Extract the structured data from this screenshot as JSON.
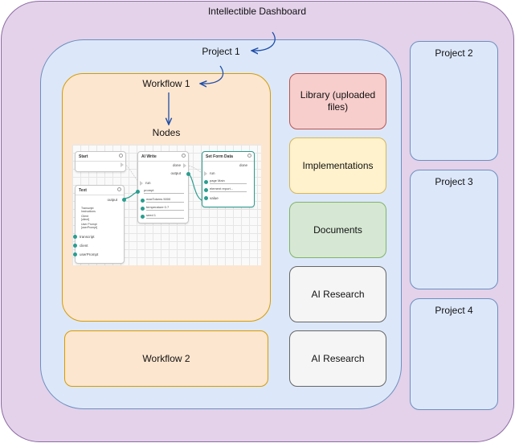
{
  "dashboard": {
    "title": "Intellectible Dashboard"
  },
  "project1": {
    "title": "Project 1",
    "workflow1": {
      "title": "Workflow 1",
      "nodes_label": "Nodes"
    },
    "workflow2": {
      "title": "Workflow 2"
    }
  },
  "resources": {
    "library": "Library (uploaded files)",
    "implementations": "Implementations",
    "documents": "Documents",
    "ai_research_1": "AI Research",
    "ai_research_2": "AI Research"
  },
  "projects": {
    "p2": "Project 2",
    "p3": "Project 3",
    "p4": "Project 4"
  },
  "node_graph": {
    "start": {
      "title": "Start"
    },
    "ai_write": {
      "title": "AI Write",
      "out_done": "done",
      "out_output": "output",
      "in_run": "run",
      "in_prompt": "prompt",
      "max_tokens": "maxTokens 5000",
      "temperature": "temperature 0.7",
      "seed": "seed 1"
    },
    "set_form_data": {
      "title": "Set Form Data",
      "out_done": "done",
      "in_run": "run",
      "page": "page Main",
      "element": "element report...",
      "value": "value"
    },
    "text": {
      "title": "Text",
      "out_output": "output",
      "body_lines": [
        "Transcript",
        "Instructions",
        "",
        "Client",
        "[client]",
        "",
        "User Prompt",
        "[userPrompt]"
      ],
      "inputs": [
        "transcript",
        "client",
        "userPrompt"
      ]
    }
  },
  "colors": {
    "dashboard_fill": "#e3d2ea",
    "project_fill": "#dce8fa",
    "workflow_fill": "#fde6cf",
    "library_fill": "#f7cecc",
    "implementations_fill": "#fff2cc",
    "documents_fill": "#d6e8d4",
    "research_fill": "#f5f5f5",
    "arrow": "#1f4ea8",
    "port": "#2a9d8f"
  }
}
